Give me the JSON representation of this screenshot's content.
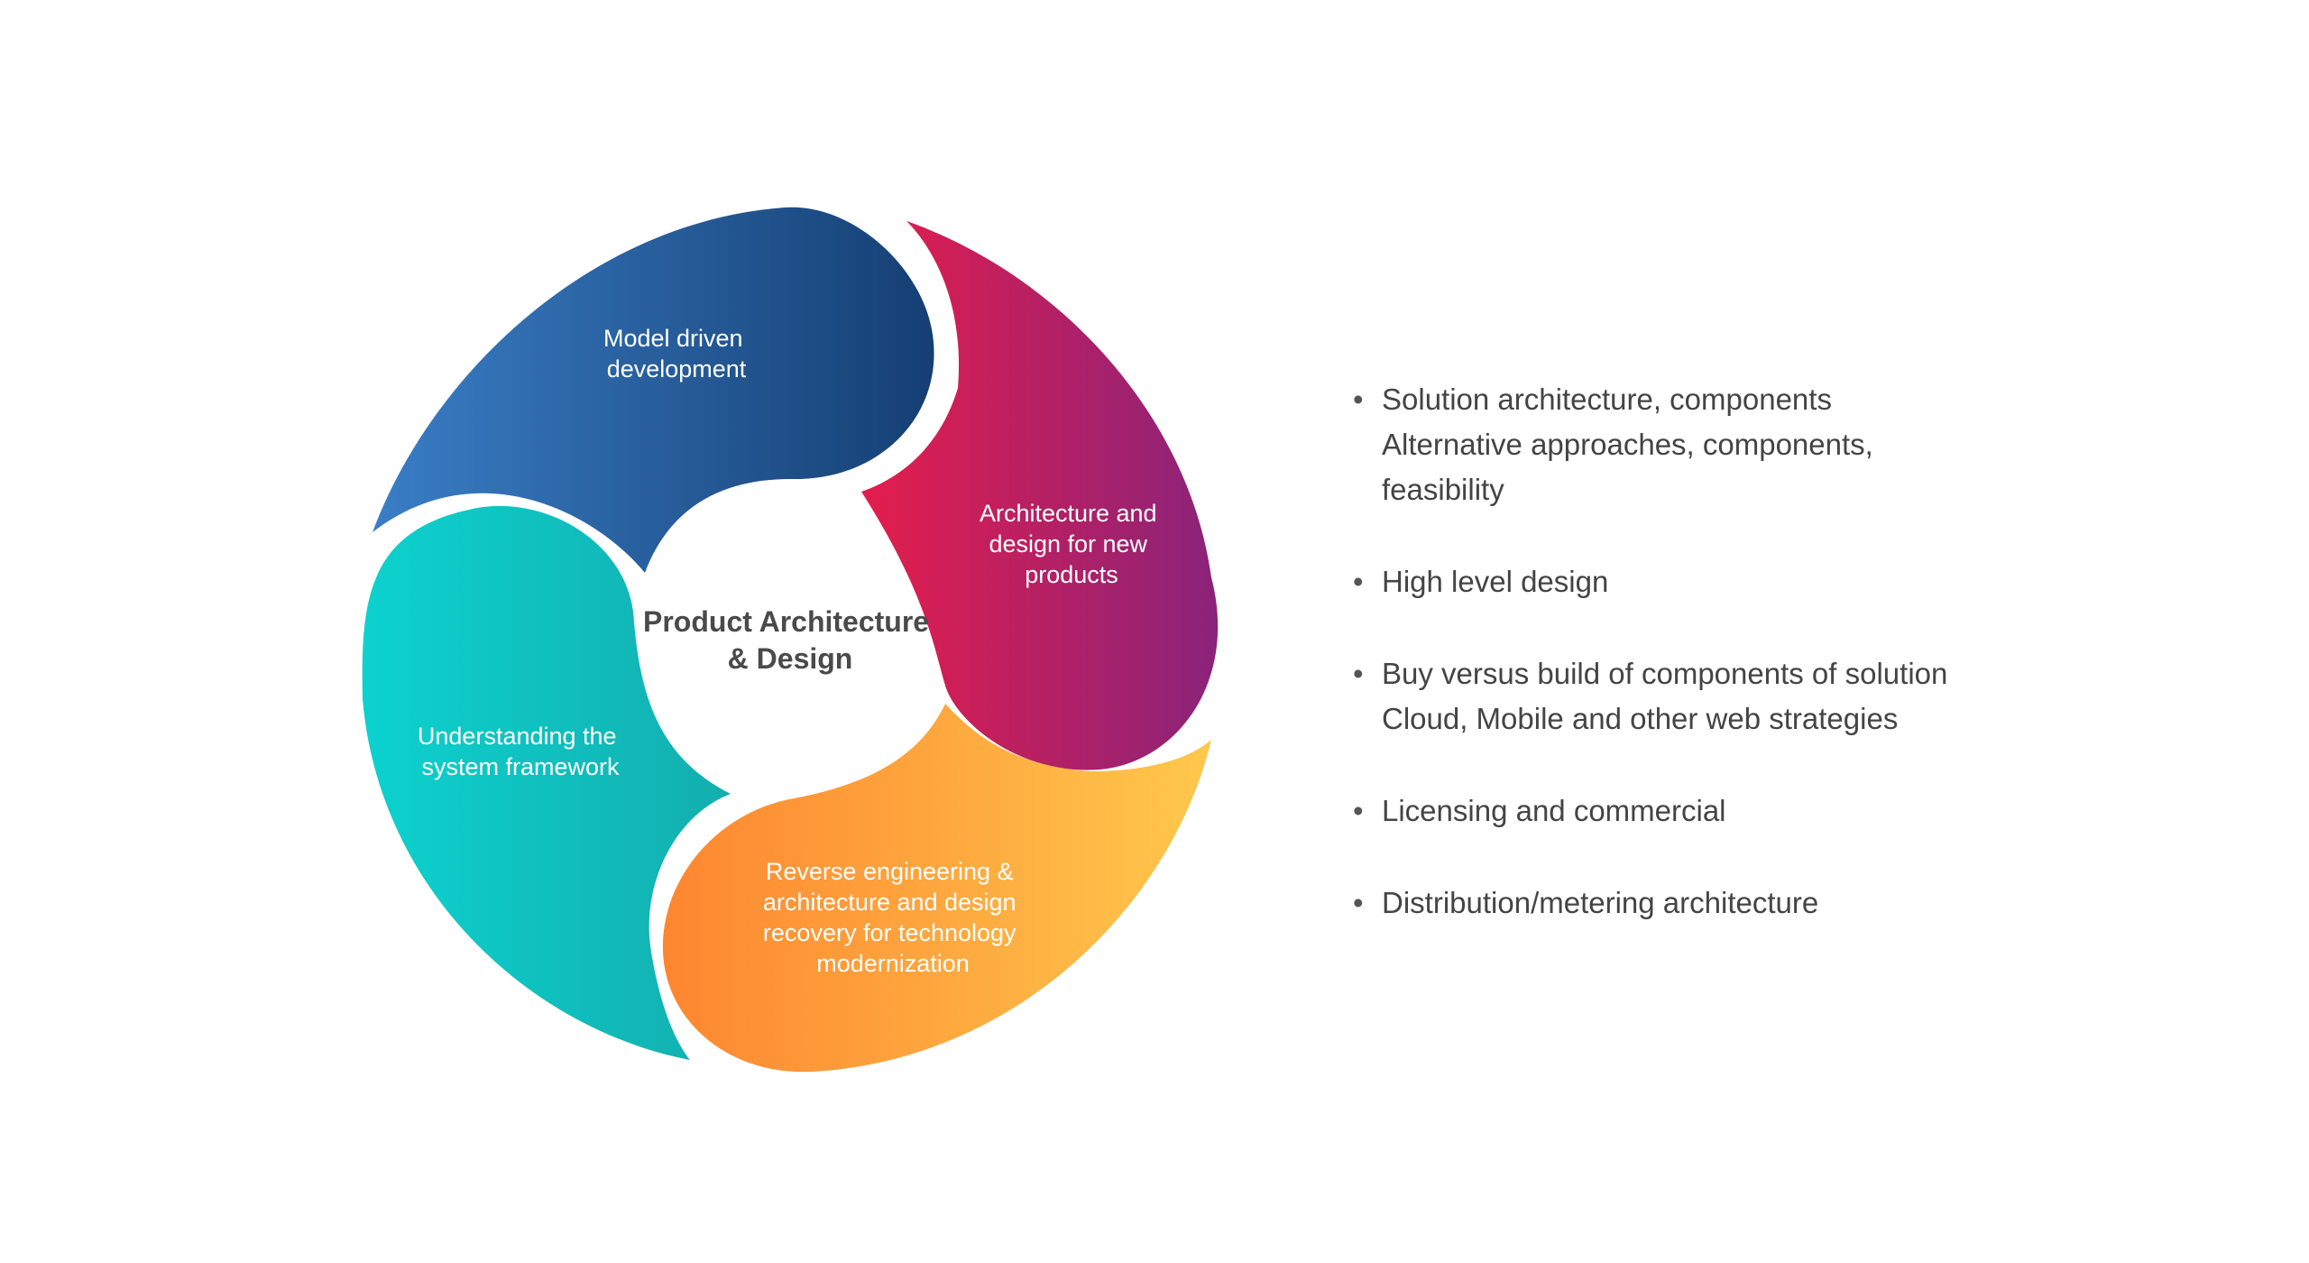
{
  "diagram": {
    "center_label": [
      "Product Architecture",
      "& Design"
    ],
    "petals": [
      {
        "id": "top",
        "lines": [
          "Model driven",
          "development"
        ],
        "colors": [
          "#3a7ec6",
          "#153f73"
        ]
      },
      {
        "id": "right",
        "lines": [
          "Architecture and",
          "design for new",
          "products"
        ],
        "colors": [
          "#e41d4c",
          "#8a237a"
        ]
      },
      {
        "id": "bottom",
        "lines": [
          "Reverse engineering &",
          "architecture and design",
          "recovery for technology",
          "modernization"
        ],
        "colors": [
          "#fd8630",
          "#ffc84c"
        ]
      },
      {
        "id": "left",
        "lines": [
          "Understanding the",
          "system framework"
        ],
        "colors": [
          "#0cd2cf",
          "#13aeae"
        ]
      }
    ]
  },
  "bullets": [
    {
      "lines": [
        "Solution architecture, components",
        "Alternative approaches, components,",
        "feasibility"
      ]
    },
    {
      "lines": [
        "High level design"
      ]
    },
    {
      "lines": [
        "Buy versus build of components of solution",
        "Cloud, Mobile and other web strategies"
      ]
    },
    {
      "lines": [
        "Licensing and commercial"
      ]
    },
    {
      "lines": [
        "Distribution/metering architecture"
      ]
    }
  ],
  "bullet_symbol": "•"
}
